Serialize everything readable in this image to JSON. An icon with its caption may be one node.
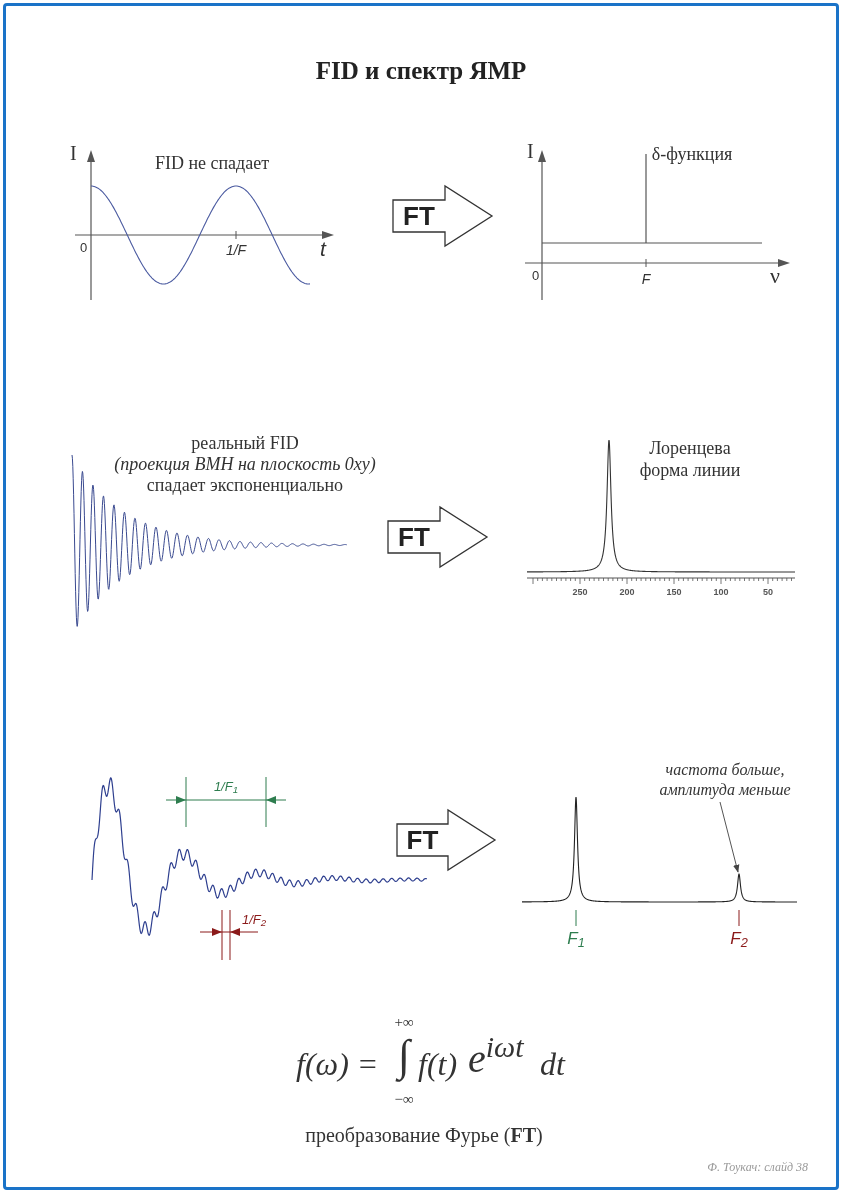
{
  "diagram": {
    "title": "FID и спектр ЯМР",
    "nodes": [
      {
        "text": [
          "FID не спадает"
        ]
      },
      {
        "text": [
          "δ-функция"
        ]
      },
      {
        "text": [
          "реальный FID",
          "(проекция ВМН на плоскость 0xy)",
          "спадает экспоненциально"
        ]
      },
      {
        "text": [
          "Лоренцева форма линии"
        ],
        "beside": [
          "250",
          "200",
          "150",
          "100",
          "50"
        ]
      },
      {
        "text": [],
        "shape": "picture"
      },
      {
        "text": [],
        "shape": "picture",
        "beside": [
          "F$_{1}$",
          "F$_{2}$"
        ]
      },
      {
        "text": [
          "частота больше, амплитуда меньше"
        ]
      },
      {
        "text": [],
        "shape": "peak",
        "in": 5
      }
    ],
    "edges": [
      {
        "from": 0,
        "to": 1,
        "arrow": "to",
        "label": "FT"
      },
      {
        "from": 2,
        "to": 3,
        "arrow": "to",
        "label": "FT"
      },
      {
        "from": 4,
        "to": 5,
        "arrow": "to",
        "label": "FT"
      },
      {
        "from": 6,
        "to": 7,
        "arrow": "to"
      }
    ],
    "labels": [
      "I",
      "0",
      "1/F",
      "t",
      "I",
      "0",
      "F",
      "ν",
      "1/F$_{1}$",
      "1/F$_{2}$",
      "f(ω) =",
      "+∞",
      "∫",
      "−∞",
      "f(t)",
      "e$^{iωt}$",
      "dt",
      "преобразование Фурье (**FT**)",
      "Ф. Тоукач: слайд 38"
    ]
  }
}
